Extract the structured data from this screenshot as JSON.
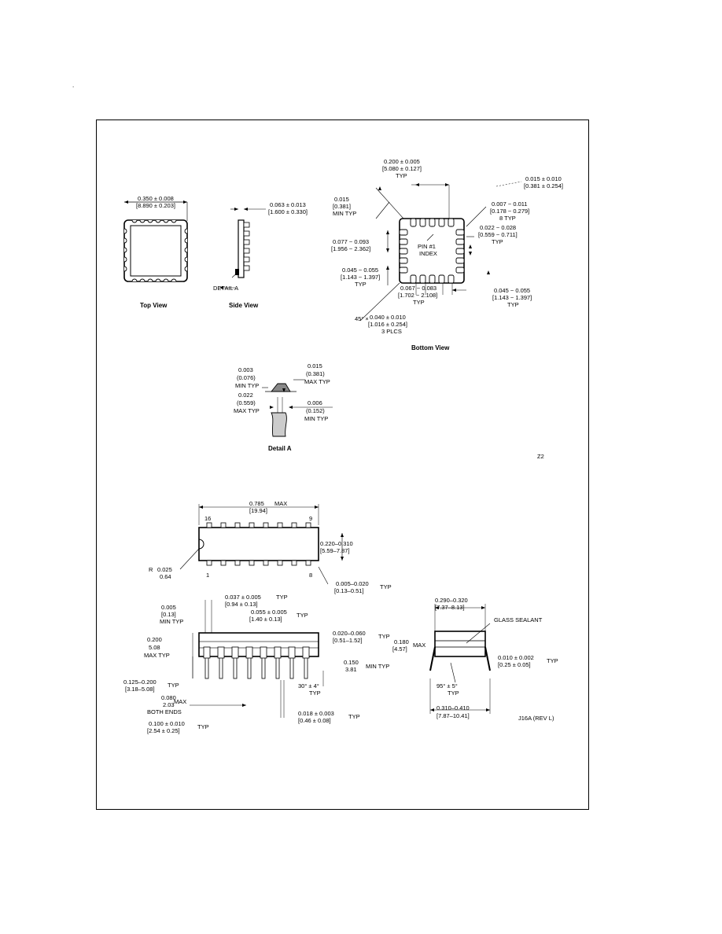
{
  "page_mark": ".",
  "lcc_package": {
    "top_view": {
      "label": "Top View",
      "dim_inch": "0.350 ± 0.008",
      "dim_mm": "[8.890 ± 0.203]"
    },
    "side_view": {
      "label": "Side View",
      "height_inch": "0.063 ± 0.013",
      "height_mm": "[1.600 ± 0.330]",
      "detail_callout": "DETAIL A"
    },
    "bottom_view": {
      "label": "Bottom View",
      "pad_pitch_inch": "0.200 ± 0.005",
      "pad_pitch_mm": "[5.080 ± 0.127]",
      "pad_pitch_note": "TYP",
      "corner_inch": "0.015",
      "corner_mm": "[0.381]",
      "corner_note": "MIN TYP",
      "radius_inch": "0.015 ± 0.010",
      "radius_mm": "[0.381 ± 0.254]",
      "pad_width_inch": "0.007 ~ 0.011",
      "pad_width_mm": "[0.178 ~ 0.279]",
      "pad_width_note": "8 TYP",
      "pad_len_inch": "0.022 ~ 0.028",
      "pad_len_mm": "[0.559 ~ 0.711]",
      "pad_len_note": "TYP",
      "left_inch": "0.077 ~ 0.093",
      "left_mm": "[1.956 ~ 2.362]",
      "pin_label": "PIN #1",
      "index_label": "INDEX",
      "pitch2_inch": "0.045 ~ 0.055",
      "pitch2_mm": "[1.143 ~ 1.397]",
      "pitch2_note": "TYP",
      "side_inch": "0.067 ~ 0.083",
      "side_mm": "[1.702 ~ 2.108]",
      "side_note": "TYP",
      "right_inch": "0.045 ~ 0.055",
      "right_mm": "[1.143 ~ 1.397]",
      "right_note": "TYP",
      "chamfer_angle": "45° ×",
      "chamfer_inch": "0.040 ± 0.010",
      "chamfer_mm": "[1.016 ± 0.254]",
      "chamfer_note": "3 PLCS"
    },
    "detail_a": {
      "label": "Detail A",
      "d1_inch": "0.003",
      "d1_mm": "(0.076)",
      "d1_note": "MIN TYP",
      "d2_inch": "0.015",
      "d2_mm": "(0.381)",
      "d2_note": "MAX TYP",
      "d3_inch": "0.022",
      "d3_mm": "(0.559)",
      "d3_note": "MAX TYP",
      "d4_inch": "0.006",
      "d4_mm": "(0.152)",
      "d4_note": "MIN TYP"
    },
    "figure_code": "Z2"
  },
  "dip_package": {
    "top": {
      "length": "0.785",
      "length_note": "MAX",
      "length_mm": "[19.94]",
      "pin16": "16",
      "pin9": "9",
      "pin1": "1",
      "pin8": "8",
      "width": "0.220–0.310",
      "width_mm": "[5.59–7.87]",
      "radius_label": "R",
      "radius": "0.025",
      "radius_mm": "0.64",
      "end_label": "0.005–0.020",
      "end_mm": "[0.13–0.51]",
      "end_note": "TYP"
    },
    "side": {
      "d005": "0.005",
      "d005_mm": "[0.13]",
      "d005_note": "MIN TYP",
      "d037": "0.037 ± 0.005",
      "d037_mm": "[0.94 ± 0.13]",
      "d037_note": "TYP",
      "d055": "0.055 ± 0.005",
      "d055_mm": "[1.40 ± 0.13]",
      "d055_note": "TYP",
      "d200": "0.200",
      "d200_mm": "5.08",
      "d200_note": "MAX TYP",
      "d020": "0.020–0.060",
      "d020_mm": "[0.51–1.52]",
      "d020_note": "TYP",
      "d150": "0.150",
      "d150_mm": "3.81",
      "d150_note": "MIN TYP",
      "d125": "0.125–0.200",
      "d125_mm": "[3.18–5.08]",
      "d125_note": "TYP",
      "d080": "0.080",
      "d080_mm": "2.03",
      "d080_note": "MAX",
      "d080_note2": "BOTH ENDS",
      "angle": "30° ± 4°",
      "angle_note": "TYP",
      "d018": "0.018 ± 0.003",
      "d018_mm": "[0.46 ± 0.08]",
      "d018_note": "TYP",
      "d100": "0.100 ± 0.010",
      "d100_mm": "[2.54 ± 0.25]",
      "d100_note": "TYP"
    },
    "end": {
      "d290": "0.290–0.320",
      "d290_mm": "[7.37–8.13]",
      "sealant": "GLASS SEALANT",
      "d180": "0.180",
      "d180_mm": "[4.57]",
      "d180_note": "MAX",
      "d010": "0.010 ± 0.002",
      "d010_mm": "[0.25 ± 0.05]",
      "d010_note": "TYP",
      "angle": "95° ± 5°",
      "angle_note": "TYP",
      "d310": "0.310–0.410",
      "d310_mm": "[7.87–10.41]",
      "figure_code": "J16A (REV L)"
    }
  }
}
